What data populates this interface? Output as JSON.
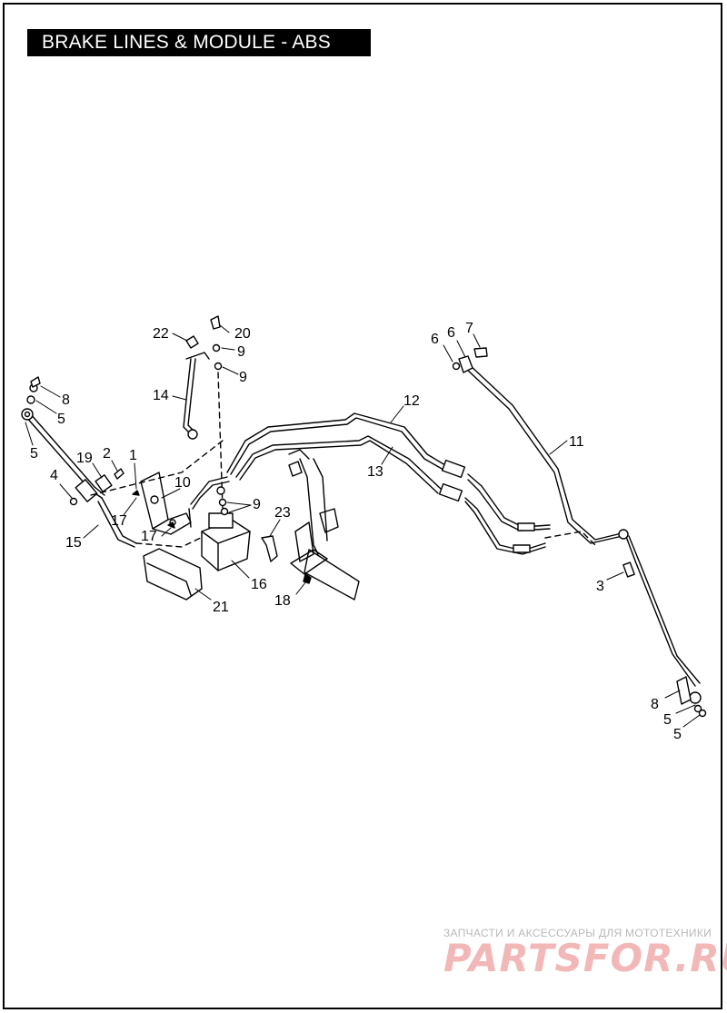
{
  "title": "BRAKE LINES & MODULE - ABS",
  "watermark": {
    "tagline": "ЗАПЧАСТИ И АКСЕССУАРЫ ДЛЯ МОТОТЕХНИКИ",
    "logo": "PARTSFOR.RU",
    "color": "#e88a8a"
  },
  "callouts": [
    "22",
    "20",
    "9",
    "9",
    "14",
    "8",
    "5",
    "5",
    "19",
    "2",
    "1",
    "10",
    "4",
    "17",
    "17",
    "15",
    "9",
    "23",
    "16",
    "21",
    "18",
    "12",
    "13",
    "6",
    "6",
    "7",
    "11",
    "3",
    "8",
    "5",
    "5"
  ]
}
